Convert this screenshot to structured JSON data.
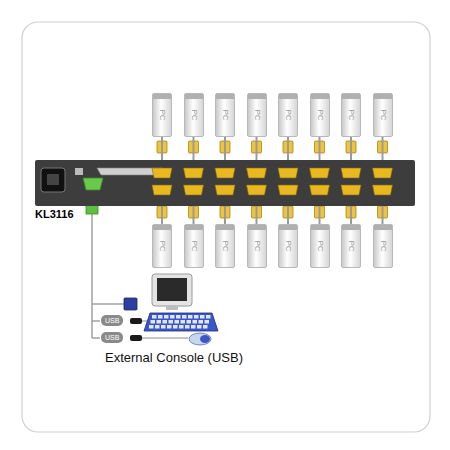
{
  "diagram": {
    "nodes": [
      {
        "text": [
          "PC"
        ]
      },
      {
        "text": [
          "PC"
        ]
      },
      {
        "text": [
          "PC"
        ]
      },
      {
        "text": [
          "PC"
        ]
      },
      {
        "text": [
          "PC"
        ]
      },
      {
        "text": [
          "PC"
        ]
      },
      {
        "text": [
          "PC"
        ]
      },
      {
        "text": [
          "PC"
        ]
      },
      {
        "text": [
          "KL3116"
        ]
      },
      {
        "text": [
          "PC"
        ]
      },
      {
        "text": [
          "PC"
        ]
      },
      {
        "text": [
          "PC"
        ]
      },
      {
        "text": [
          "PC"
        ]
      },
      {
        "text": [
          "PC"
        ]
      },
      {
        "text": [
          "PC"
        ]
      },
      {
        "text": [
          "PC"
        ]
      },
      {
        "text": [
          "PC"
        ]
      }
    ],
    "edges": [
      {
        "from": 0,
        "to": 8,
        "arrow": "none"
      },
      {
        "from": 1,
        "to": 8,
        "arrow": "none"
      },
      {
        "from": 2,
        "to": 8,
        "arrow": "none"
      },
      {
        "from": 3,
        "to": 8,
        "arrow": "none"
      },
      {
        "from": 4,
        "to": 8,
        "arrow": "none"
      },
      {
        "from": 5,
        "to": 8,
        "arrow": "none"
      },
      {
        "from": 6,
        "to": 8,
        "arrow": "none"
      },
      {
        "from": 7,
        "to": 8,
        "arrow": "none"
      },
      {
        "from": 9,
        "to": 8,
        "arrow": "none"
      },
      {
        "from": 10,
        "to": 8,
        "arrow": "none"
      },
      {
        "from": 11,
        "to": 8,
        "arrow": "none"
      },
      {
        "from": 12,
        "to": 8,
        "arrow": "none"
      },
      {
        "from": 13,
        "to": 8,
        "arrow": "none"
      },
      {
        "from": 14,
        "to": 8,
        "arrow": "none"
      },
      {
        "from": 15,
        "to": 8,
        "arrow": "none"
      },
      {
        "from": 16,
        "to": 8,
        "arrow": "none"
      }
    ],
    "labels": [
      "USB",
      "USB",
      "External Console (USB)"
    ]
  }
}
